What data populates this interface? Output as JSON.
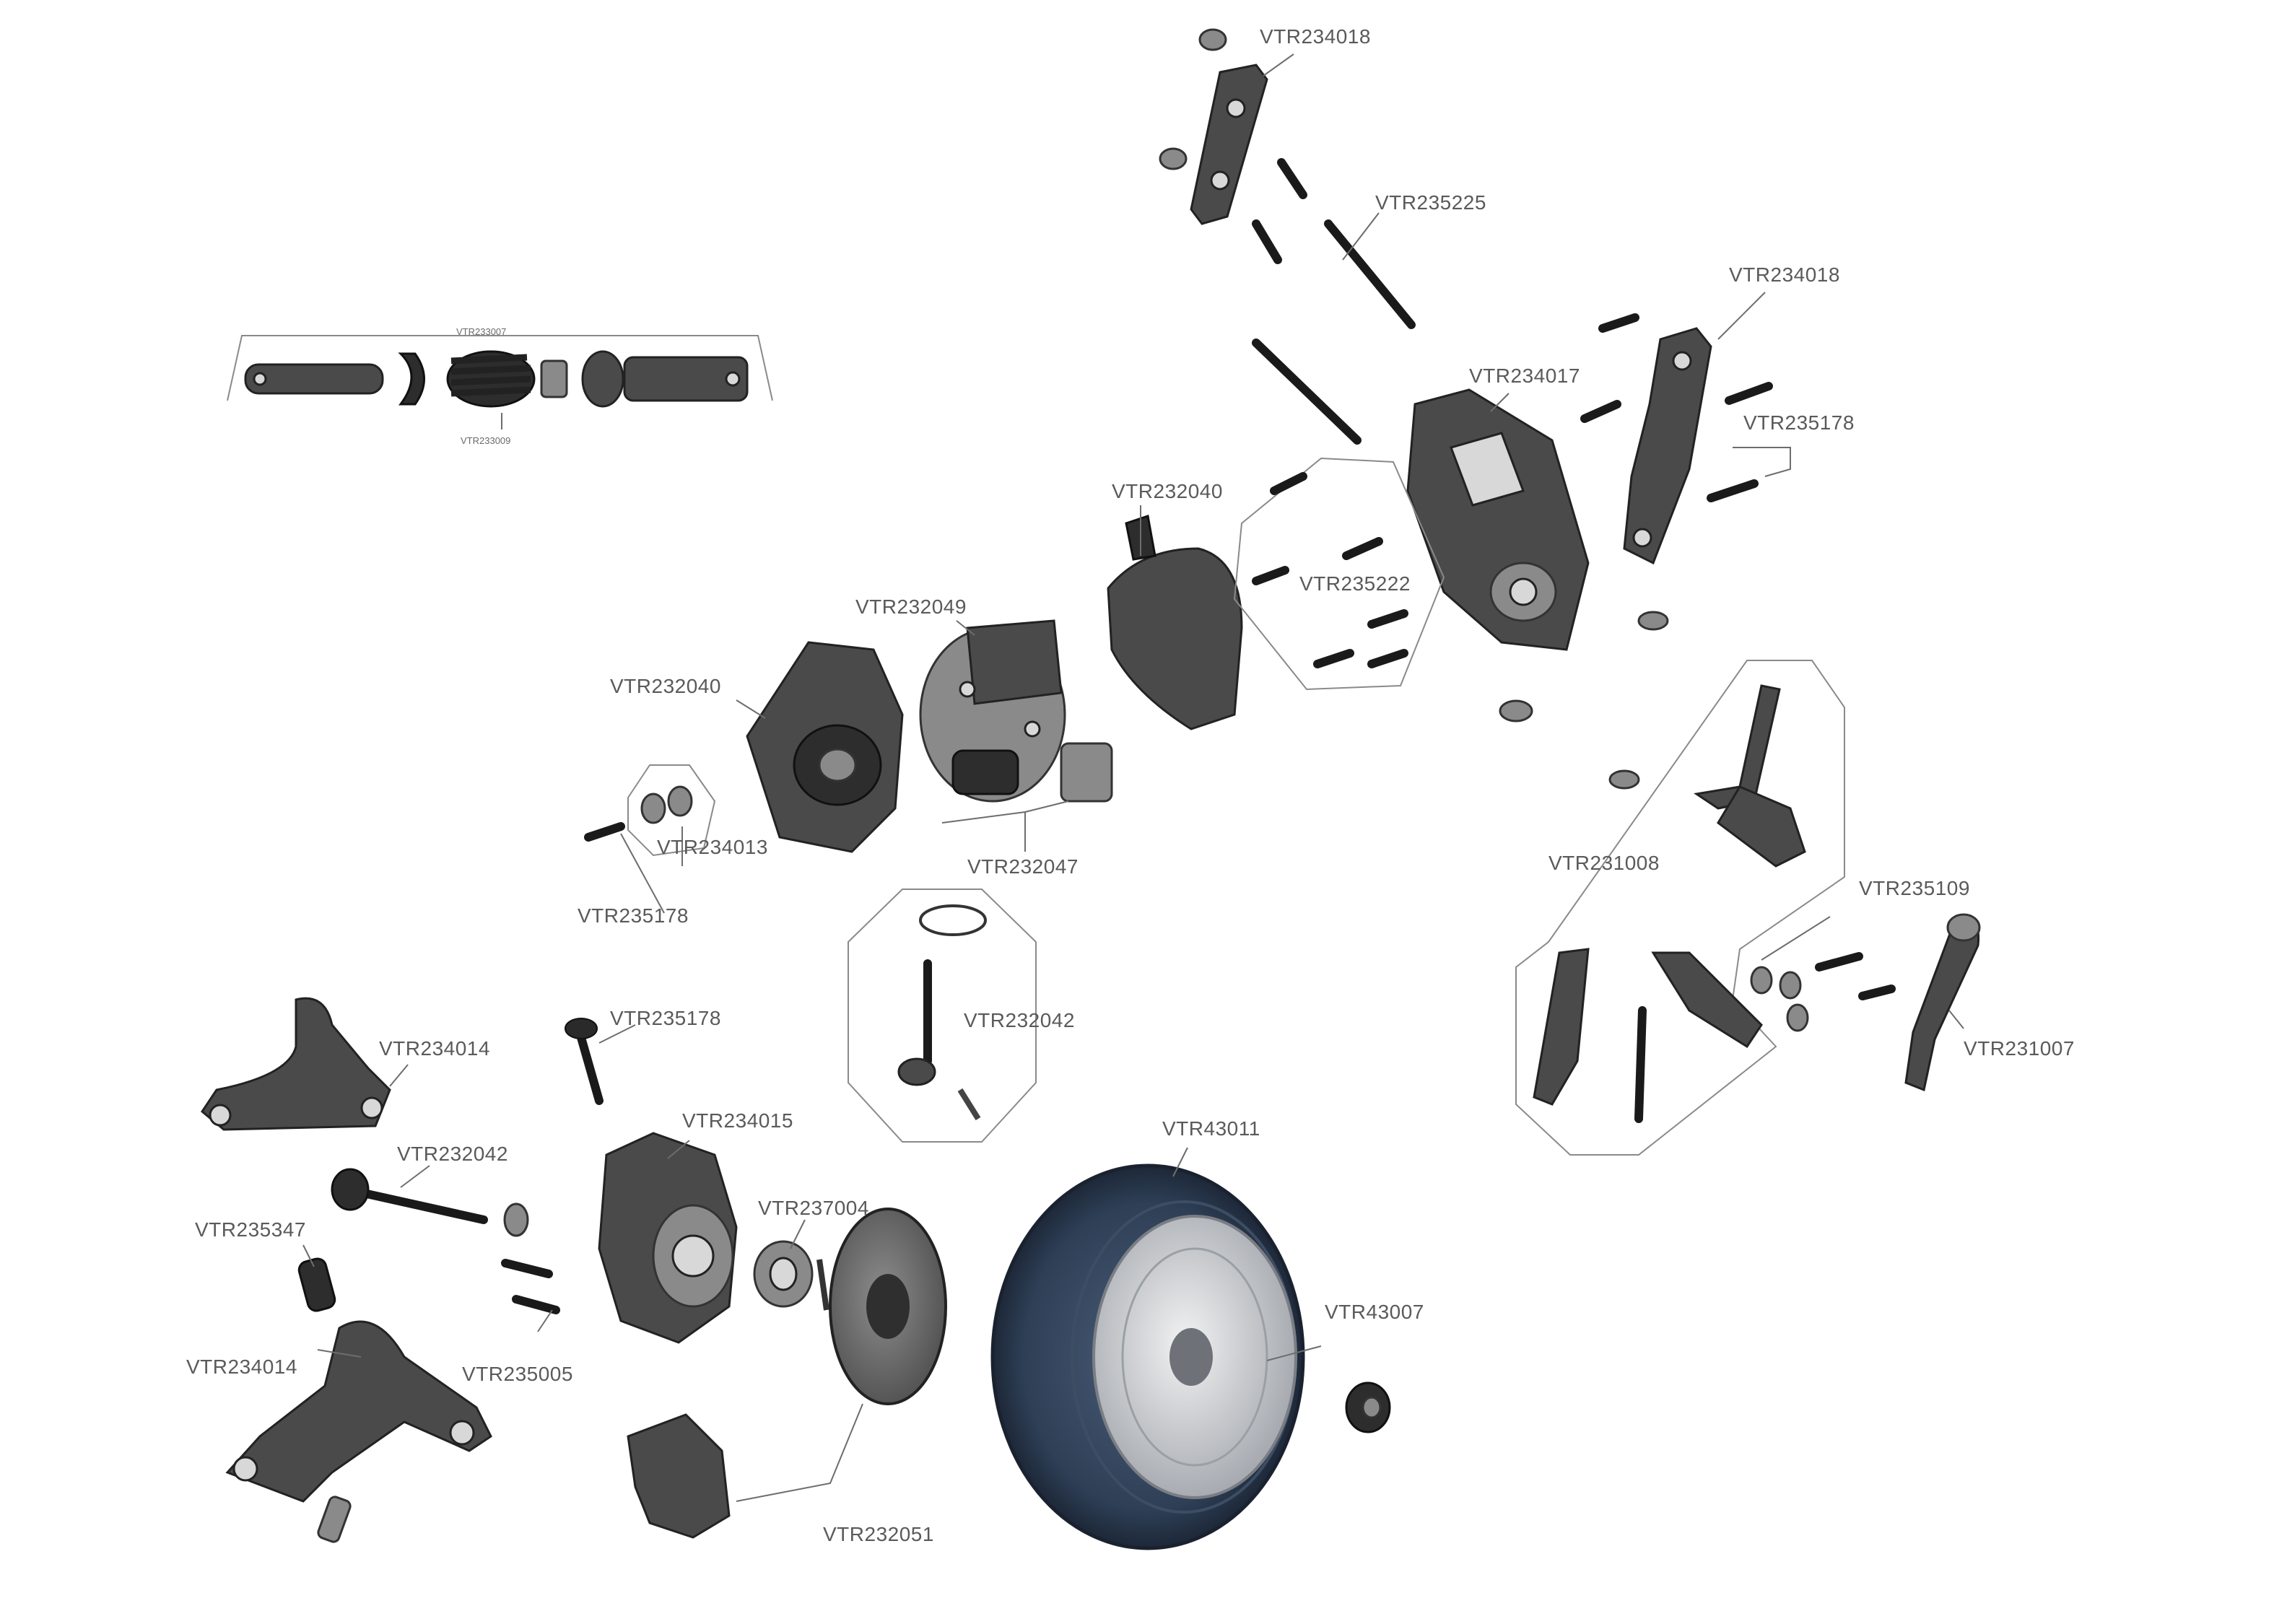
{
  "labels": {
    "l_234018_top": "VTR234018",
    "l_235225": "VTR235225",
    "l_234018_right": "VTR234018",
    "l_234017": "VTR234017",
    "l_235178_right": "VTR235178",
    "l_232040_top": "VTR232040",
    "l_235222": "VTR235222",
    "l_232049": "VTR232049",
    "l_232040_left": "VTR232040",
    "l_234013": "VTR234013",
    "l_232047": "VTR232047",
    "l_235178_left": "VTR235178",
    "l_233007": "VTR233007",
    "l_233009": "VTR233009",
    "l_231008": "VTR231008",
    "l_235109": "VTR235109",
    "l_231007": "VTR231007",
    "l_232042_mid": "VTR232042",
    "l_235178_mid": "VTR235178",
    "l_234014_top": "VTR234014",
    "l_234015": "VTR234015",
    "l_232042_left": "VTR232042",
    "l_237004": "VTR237004",
    "l_43011": "VTR43011",
    "l_43007": "VTR43007",
    "l_235347": "VTR235347",
    "l_234014_bottom": "VTR234014",
    "l_235005": "VTR235005",
    "l_232051": "VTR232051"
  },
  "colors": {
    "label_text": "#5a5a5a",
    "part_metal": "#4a4a4a",
    "tire": "#2e3f56",
    "rim": "#c9ccd1"
  }
}
